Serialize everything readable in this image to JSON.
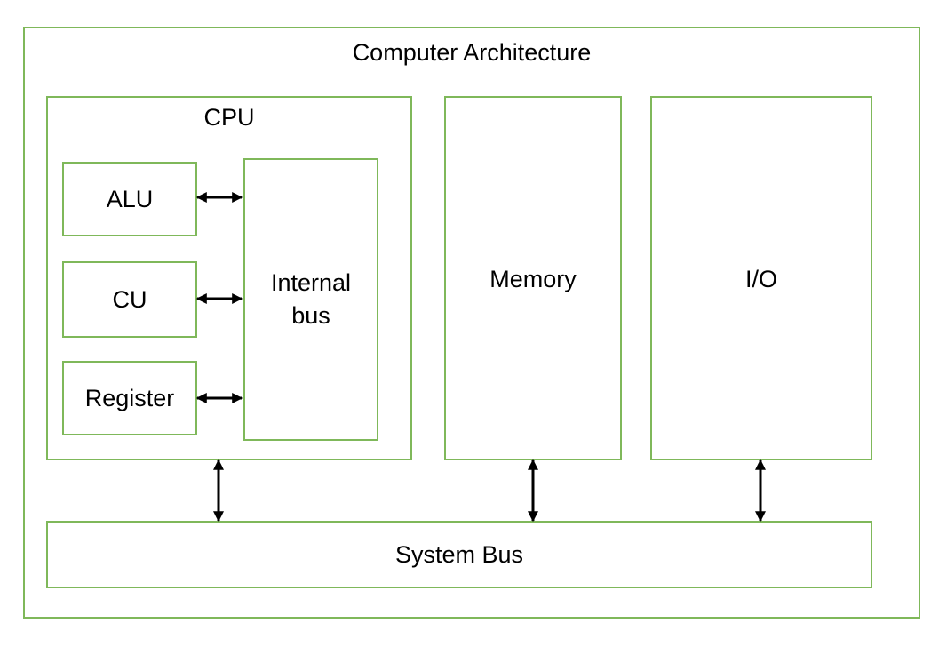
{
  "diagram": {
    "title": "Computer Architecture",
    "cpu": {
      "label": "CPU",
      "alu": "ALU",
      "cu": "CU",
      "register": "Register",
      "internal_bus_line1": "Internal",
      "internal_bus_line2": "bus"
    },
    "memory": "Memory",
    "io": "I/O",
    "system_bus": "System Bus"
  },
  "colors": {
    "box_border": "#7fb85a",
    "arrow": "#000000",
    "background": "#ffffff"
  }
}
